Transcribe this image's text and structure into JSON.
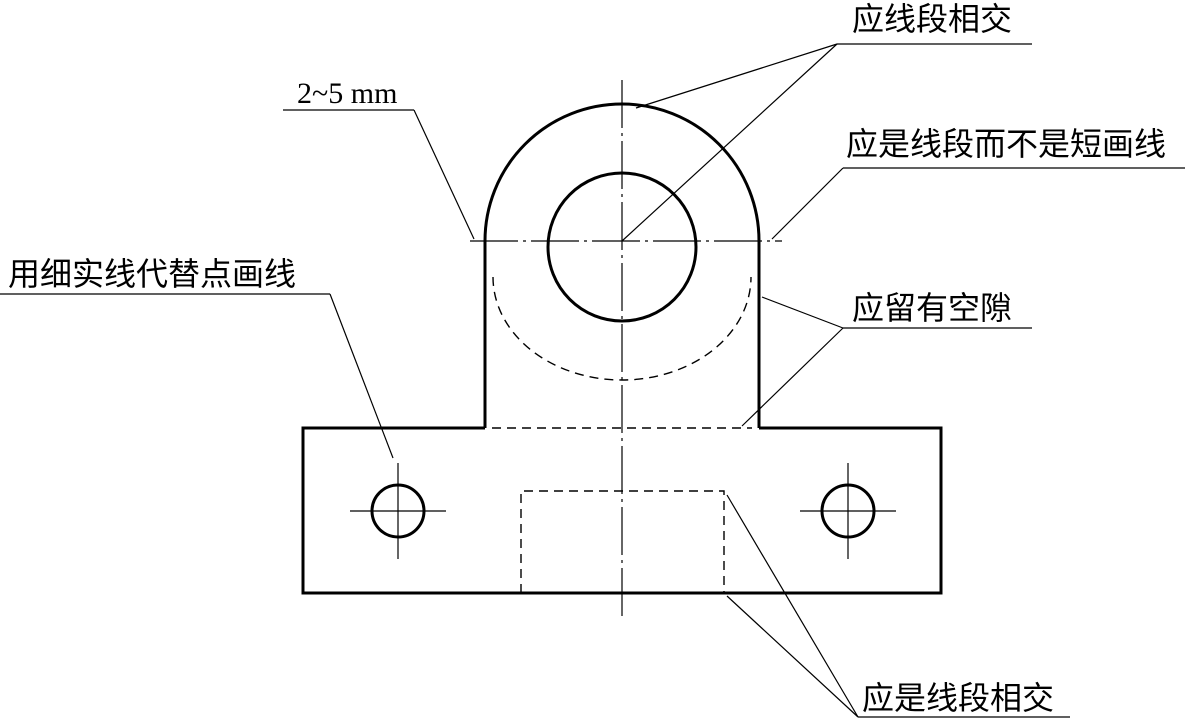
{
  "labels": {
    "top_right": "应线段相交",
    "dimension": "2~5 mm",
    "segment_not_dash": "应是线段而不是短画线",
    "thin_solid": "用细实线代替点画线",
    "gap": "应留有空隙",
    "bottom_right": "应是线段相交"
  },
  "colors": {
    "ink": "#000000",
    "paper": "#ffffff"
  }
}
